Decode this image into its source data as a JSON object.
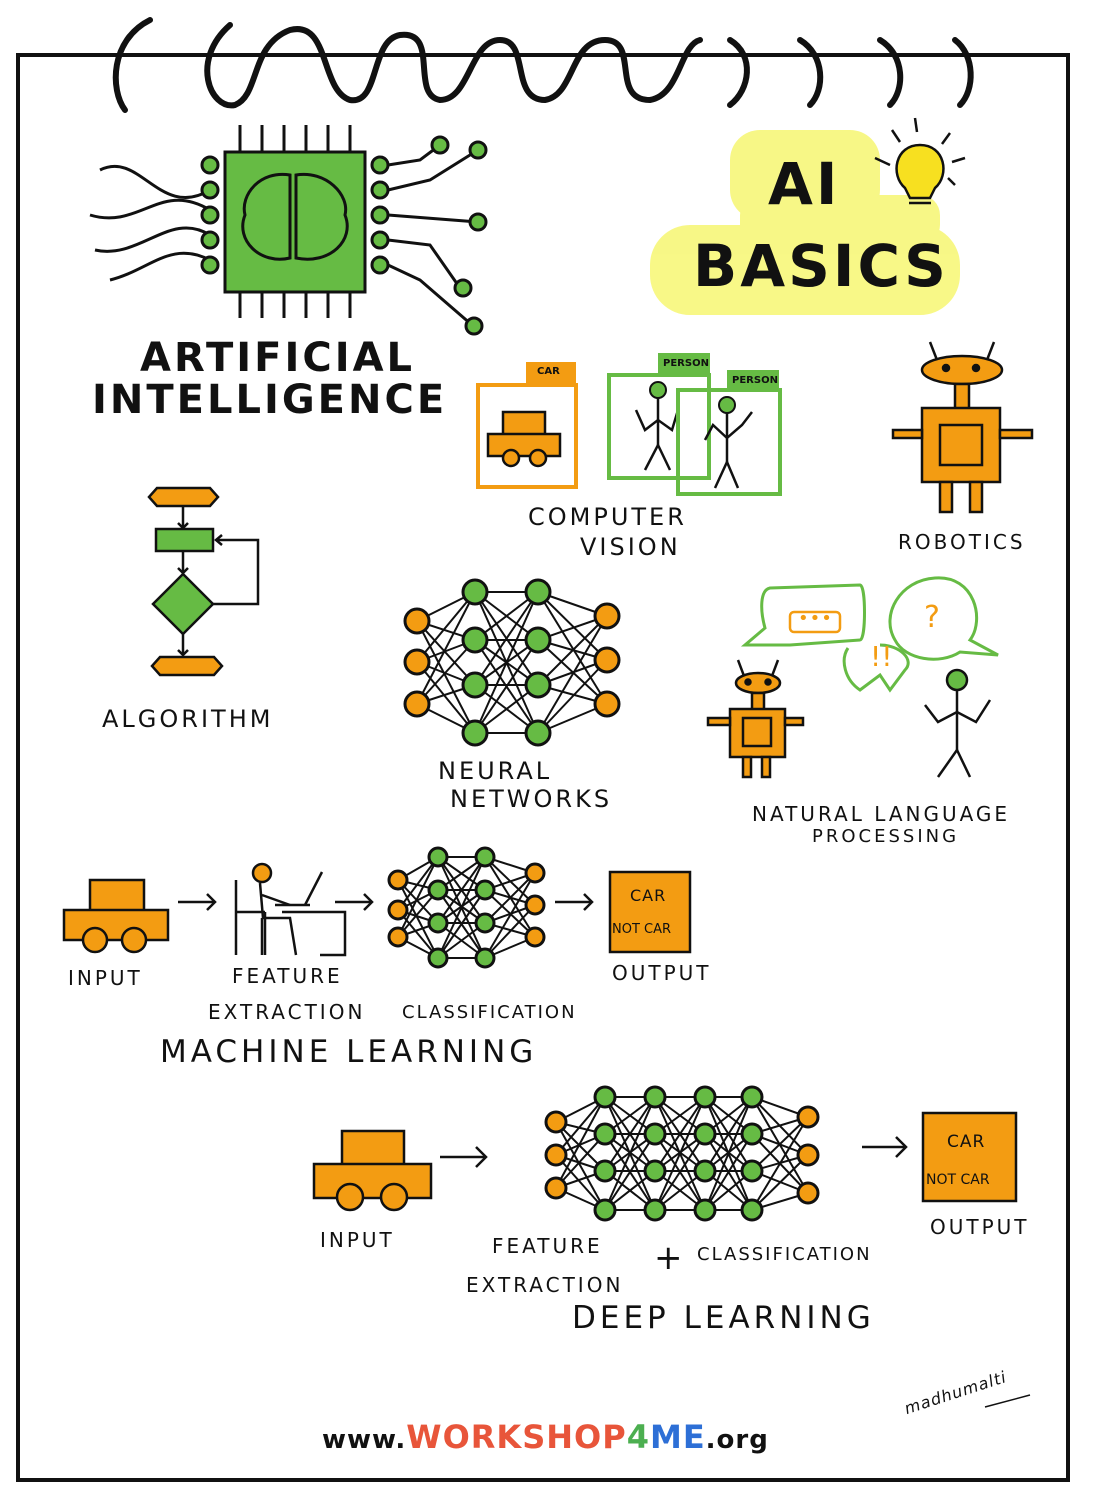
{
  "title": {
    "line1": "AI",
    "line2": "BASICS"
  },
  "ai_label": {
    "line1": "ARTIFICIAL",
    "line2": "INTELLIGENCE"
  },
  "computer_vision": {
    "line1": "COMPUTER",
    "line2": "VISION",
    "tag_car": "CAR",
    "tag_person_1": "PERSON",
    "tag_person_2": "PERSON"
  },
  "robotics": {
    "label": "ROBOTICS"
  },
  "algorithm": {
    "label": "ALGORITHM"
  },
  "neural_networks": {
    "line1": "NEURAL",
    "line2": "NETWORKS"
  },
  "nlp": {
    "line1": "NATURAL LANGUAGE",
    "line2": "PROCESSING",
    "bubble_1": "•••",
    "bubble_2": "?",
    "exclaim": "!!"
  },
  "machine_learning": {
    "title": "MACHINE LEARNING",
    "input": "INPUT",
    "feature_1": "FEATURE",
    "feature_2": "EXTRACTION",
    "classification": "CLASSIFICATION",
    "output": "OUTPUT",
    "output_box_1": "CAR",
    "output_box_2": "NOT CAR"
  },
  "deep_learning": {
    "title": "DEEP LEARNING",
    "input": "INPUT",
    "feature_1": "FEATURE",
    "feature_2": "EXTRACTION",
    "plus": "+",
    "classification": "CLASSIFICATION",
    "output": "OUTPUT",
    "output_box_1": "CAR",
    "output_box_2": "NOT CAR"
  },
  "footer": {
    "prefix": "www.",
    "brand": "WORKSHOP",
    "brand_num": "4",
    "brand_end": "ME",
    "suffix": ".org",
    "signature": "madhumalti"
  },
  "colors": {
    "orange": "#f39c12",
    "green": "#66bb44",
    "green_outline": "#5cb845",
    "highlight": "#f7f77a",
    "ink": "#111111",
    "brand_red": "#e8553a",
    "brand_green": "#4caf50",
    "brand_blue": "#2d6fd6"
  }
}
